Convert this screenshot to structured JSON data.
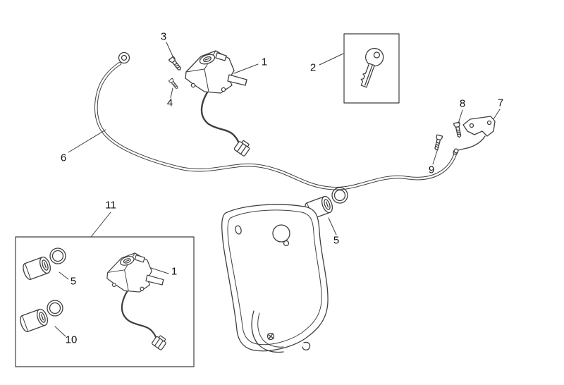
{
  "page": {
    "background": "#ffffff",
    "line_color": "#3f3f3f",
    "label_color": "#111111"
  },
  "callouts": {
    "c1": {
      "num": "1"
    },
    "c2": {
      "num": "2"
    },
    "c3": {
      "num": "3"
    },
    "c4": {
      "num": "4"
    },
    "c5": {
      "num": "5"
    },
    "c6": {
      "num": "6"
    },
    "c7": {
      "num": "7"
    },
    "c8": {
      "num": "8"
    },
    "c9": {
      "num": "9"
    },
    "c11": {
      "num": "11"
    },
    "kit_c1": {
      "num": "1"
    },
    "kit_c5": {
      "num": "5"
    },
    "kit_c10": {
      "num": "10"
    }
  }
}
